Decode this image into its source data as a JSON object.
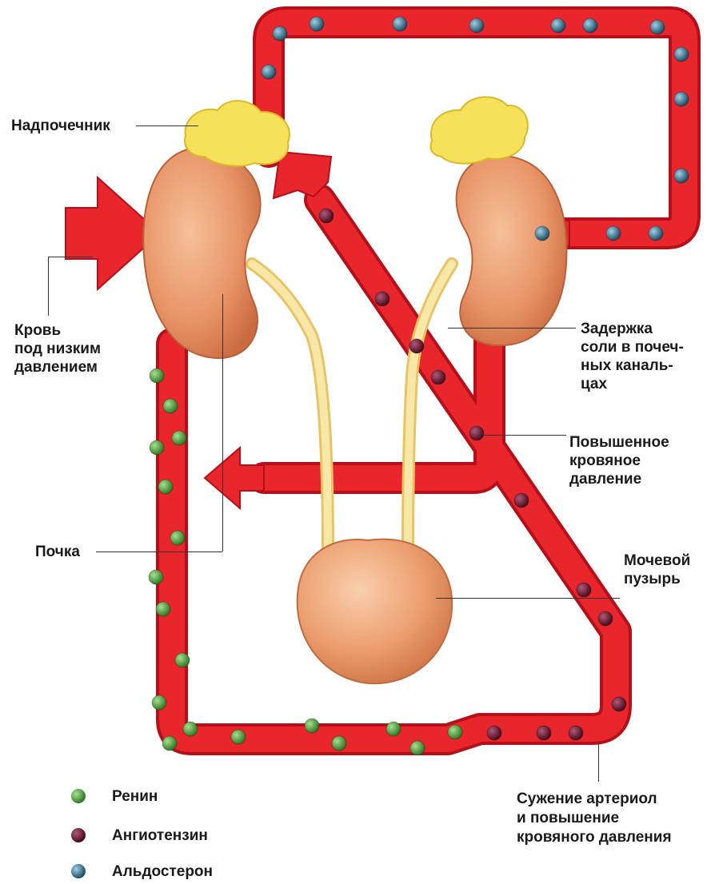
{
  "labels": {
    "adrenal": "Надпочечник",
    "low_pressure": "Кровь\nпод низким\nдавлением",
    "salt": "Задержка\nсоли в почеч-\nных каналь-\nцах",
    "high_pressure": "Повышенное\nкровяное\nдавление",
    "kidney": "Почка",
    "bladder": "Мочевой\nпузырь",
    "constriction": "Сужение артериол\nи повышение\nкровяного давления"
  },
  "legend": [
    {
      "label": "Ренин",
      "color": "#3e8a35"
    },
    {
      "label": "Ангиотензин",
      "color": "#5c1028"
    },
    {
      "label": "Альдостерон",
      "color": "#2e5f78"
    }
  ],
  "colors": {
    "vessel": "#e8262b",
    "vessel_edge": "#b5101a",
    "kidney": "#e89567",
    "adrenal": "#f5e15a",
    "ureter": "#f6df8e"
  }
}
